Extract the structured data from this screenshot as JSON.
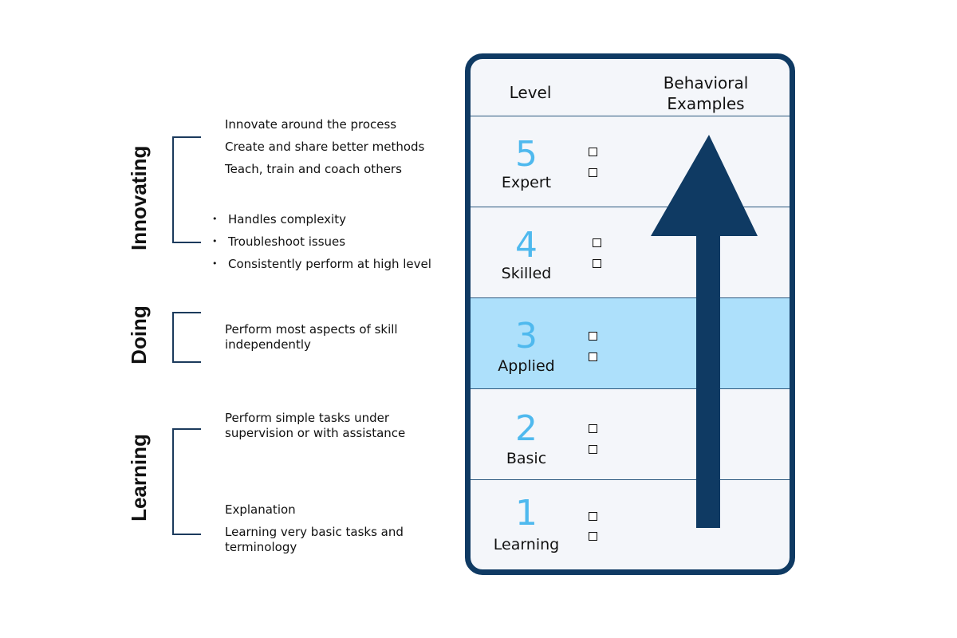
{
  "groups": [
    {
      "label": "Innovating"
    },
    {
      "label": "Doing"
    },
    {
      "label": "Learning"
    }
  ],
  "descriptions": {
    "innovate_1": "Innovate around the process",
    "innovate_2": "Create and share better methods",
    "innovate_3": "Teach, train and coach others",
    "skilled_1": "Handles complexity",
    "skilled_2": "Troubleshoot issues",
    "skilled_3": "Consistently perform at high level",
    "doing_1": "Perform most aspects of skill",
    "doing_2": "independently",
    "basic_1": "Perform simple tasks under",
    "basic_2": "supervision or with assistance",
    "learn_1": "Explanation",
    "learn_2": "Learning very basic tasks and",
    "learn_3": "terminology",
    "bullet": "•"
  },
  "table": {
    "header_level": "Level",
    "header_examples_line1": "Behavioral",
    "header_examples_line2": "Examples",
    "levels": [
      {
        "number": "5",
        "name": "Expert"
      },
      {
        "number": "4",
        "name": "Skilled"
      },
      {
        "number": "3",
        "name": "Applied"
      },
      {
        "number": "2",
        "name": "Basic"
      },
      {
        "number": "1",
        "name": "Learning"
      }
    ],
    "highlight_color": "#ade0fb",
    "number_color": "#4fb9ee",
    "frame_color": "#0f3a63"
  },
  "icons": {
    "arrow": "up-arrow-icon",
    "checkbox": "checkbox-icon"
  }
}
